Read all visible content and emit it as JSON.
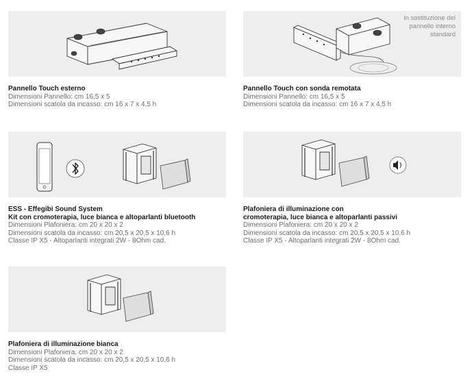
{
  "products": [
    {
      "title_lines": [
        "Pannello Touch esterno"
      ],
      "detail_lines": [
        "Dimensioni Pannello: cm 16,5 x 5",
        "Dimensioni scatola da incasso: cm 16 x 7 x 4,5 h"
      ]
    },
    {
      "note_lines": [
        "in sostituzione del",
        "pannello interno",
        "standard"
      ],
      "title_lines": [
        "Pannello Touch con sonda remotata"
      ],
      "detail_lines": [
        "Dimensioni Pannello: cm 16,5 x 5",
        "Dimensioni scatola da incasso: cm 16 x 7 x 4,5 h"
      ]
    },
    {
      "title_lines": [
        "ESS - Effegibi Sound System",
        "Kit con cromoterapia, luce bianca e altoparlanti bluetooth"
      ],
      "detail_lines": [
        "Dimensioni Plafoniera: cm 20 x 20 x 2",
        "Dimensioni scatola da incasso: cm 20,5 x 20,5 x 10,6 h",
        "Classe IP X5 - Altoparlanti integrati 2W - 8Ohm cad."
      ]
    },
    {
      "title_lines": [
        "Plafoniera di illuminazione con",
        "cromoterapia, luce bianca e altoparlanti passivi"
      ],
      "detail_lines": [
        "Dimensioni Plafoniera: cm 20 x 20 x 2",
        "Dimensioni scatola da incasso: cm 20,5 x 20,5 x 10,6 h",
        "Classe IP X5 - Altoparlanti integrati 2W - 8Ohm cad."
      ]
    },
    {
      "title_lines": [
        "Plafoniera di illuminazione bianca"
      ],
      "detail_lines": [
        "Dimensioni Plafoniera: cm 20 x 20 x 2",
        "Dimensioni scatola da incasso: cm 20,5 x 20,5 x 10,6 h",
        "Classe IP X5"
      ]
    }
  ],
  "icons": {
    "bluetooth": "bluetooth-icon",
    "speaker": "speaker-icon",
    "phone": "smartphone-icon"
  }
}
